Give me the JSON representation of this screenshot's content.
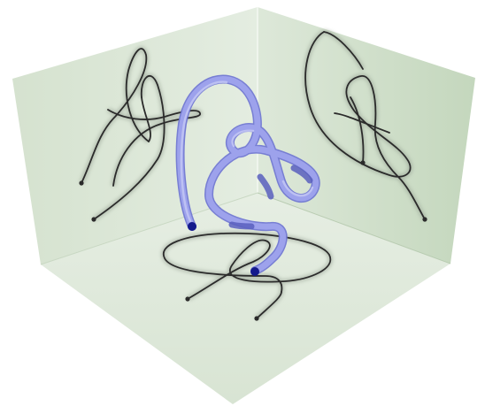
{
  "colors": {
    "background": "#ffffff",
    "wall_left": "#d9e5d3",
    "wall_right": "#cbdcc4",
    "floor": "#e3ece0",
    "wall_edge": "#b9cdb2",
    "projection_stroke": "#2b2b2b",
    "projection_shadow": "#8f9a8c",
    "knot_tube": "#8f95e6",
    "knot_tube_dark": "#5d63c8",
    "endpoint": "#141a8c"
  },
  "figure": {
    "type": "3d-knot-with-orthogonal-projections",
    "projections": [
      "left-wall",
      "right-wall",
      "floor"
    ],
    "knot_endpoints": 2
  }
}
